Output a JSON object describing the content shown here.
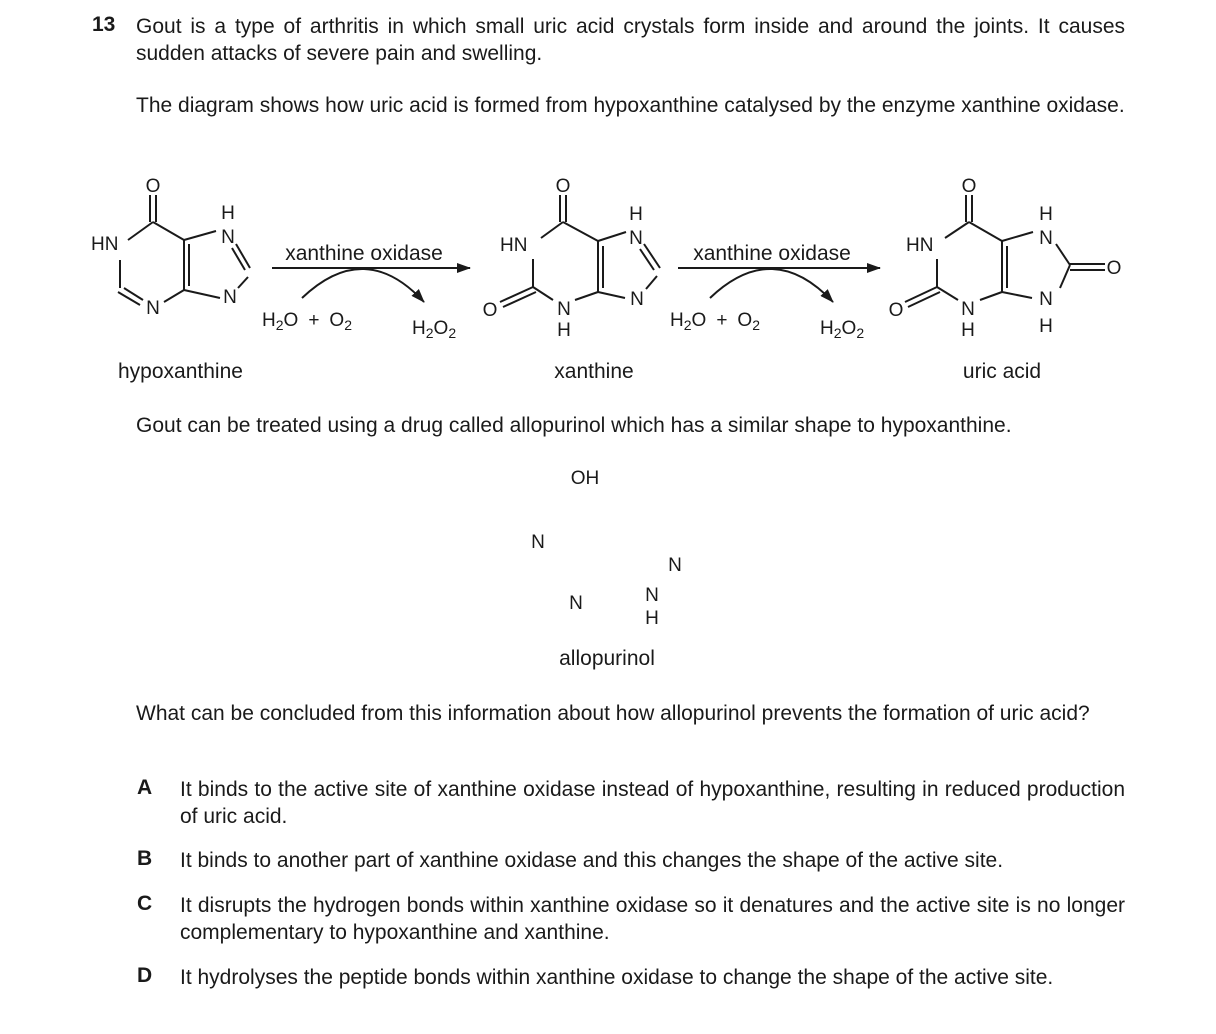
{
  "question": {
    "number": "13",
    "intro": "Gout is a type of arthritis in which small uric acid crystals form inside and around the joints. It causes sudden attacks of severe pain and swelling.",
    "diagram_intro": "The diagram shows how uric acid is formed from hypoxanthine catalysed by the enzyme xanthine oxidase.",
    "allopurinol_intro": "Gout can be treated using a drug called allopurinol which has a similar shape to hypoxanthine.",
    "prompt": "What can be concluded from this information about how allopurinol prevents the formation of uric acid?"
  },
  "diagram": {
    "labels": {
      "hypoxanthine": "hypoxanthine",
      "xanthine": "xanthine",
      "uric_acid": "uric acid",
      "allopurinol": "allopurinol"
    },
    "enzyme_label": "xanthine oxidase",
    "reactants": {
      "h2o": "H",
      "h2o_sub": "2",
      "h2o_tail": "O",
      "plus": "+",
      "o2": "O",
      "o2_sub": "2"
    },
    "products": {
      "h2o2": "H",
      "h2o2_sub1": "2",
      "h2o2_mid": "O",
      "h2o2_sub2": "2"
    },
    "atoms": {
      "O": "O",
      "H": "H",
      "N": "N",
      "HN": "HN",
      "OH": "OH"
    }
  },
  "options": [
    {
      "letter": "A",
      "text": "It binds to the active site of xanthine oxidase instead of hypoxanthine, resulting in reduced production of uric acid."
    },
    {
      "letter": "B",
      "text": "It binds to another part of xanthine oxidase and this changes the shape of the active site."
    },
    {
      "letter": "C",
      "text": "It disrupts the hydrogen bonds within xanthine oxidase so it denatures and the active site is no longer complementary to hypoxanthine and xanthine."
    },
    {
      "letter": "D",
      "text": "It hydrolyses the peptide bonds within xanthine oxidase to change the shape of the active site."
    }
  ]
}
